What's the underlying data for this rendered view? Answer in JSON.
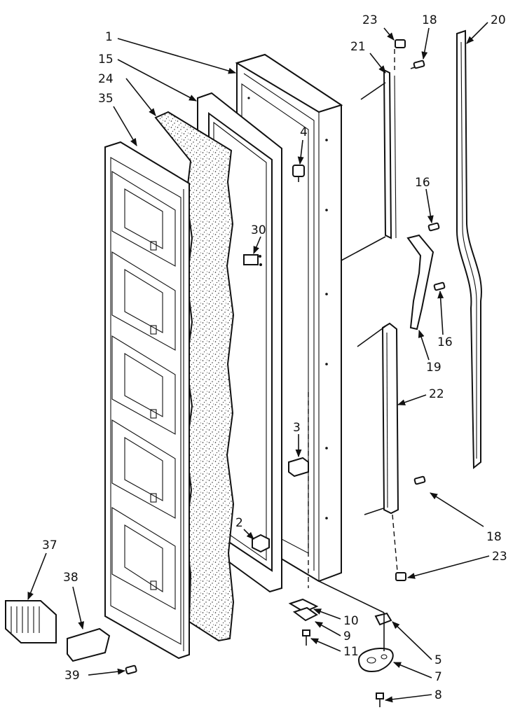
{
  "callouts": [
    {
      "id": "c1",
      "text": "1"
    },
    {
      "id": "c15",
      "text": "15"
    },
    {
      "id": "c24",
      "text": "24"
    },
    {
      "id": "c35",
      "text": "35"
    },
    {
      "id": "c23a",
      "text": "23"
    },
    {
      "id": "c18a",
      "text": "18"
    },
    {
      "id": "c20",
      "text": "20"
    },
    {
      "id": "c21",
      "text": "21"
    },
    {
      "id": "c4",
      "text": "4"
    },
    {
      "id": "c30",
      "text": "30"
    },
    {
      "id": "c16a",
      "text": "16"
    },
    {
      "id": "c16b",
      "text": "16"
    },
    {
      "id": "c19",
      "text": "19"
    },
    {
      "id": "c22",
      "text": "22"
    },
    {
      "id": "c3",
      "text": "3"
    },
    {
      "id": "c2",
      "text": "2"
    },
    {
      "id": "c18b",
      "text": "18"
    },
    {
      "id": "c23b",
      "text": "23"
    },
    {
      "id": "c37",
      "text": "37"
    },
    {
      "id": "c38",
      "text": "38"
    },
    {
      "id": "c10",
      "text": "10"
    },
    {
      "id": "c9",
      "text": "9"
    },
    {
      "id": "c11",
      "text": "11"
    },
    {
      "id": "c5",
      "text": "5"
    },
    {
      "id": "c7",
      "text": "7"
    },
    {
      "id": "c39",
      "text": "39"
    },
    {
      "id": "c8",
      "text": "8"
    }
  ]
}
